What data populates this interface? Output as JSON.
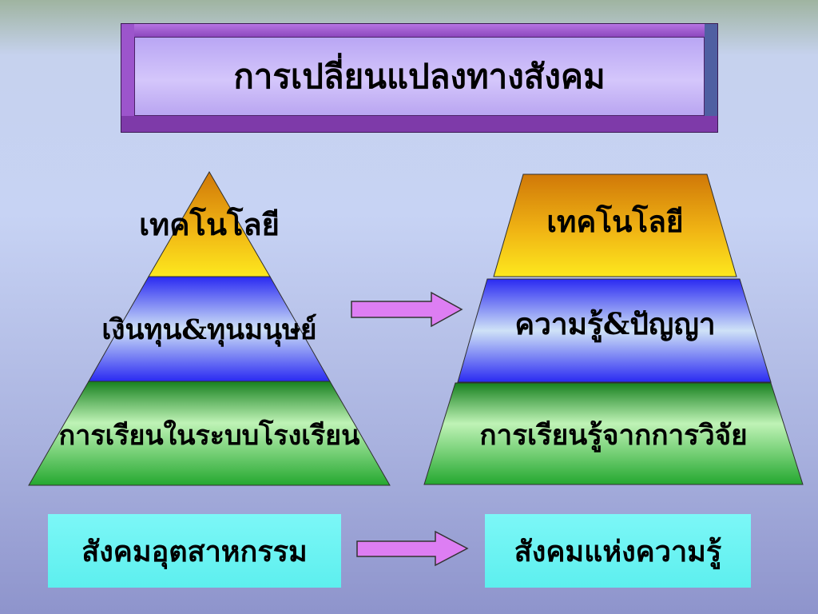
{
  "title": "การเปลี่ยนแปลงทางสังคม",
  "left_pyramid": {
    "top": "เทคโนโลยี",
    "middle": "เงินทุน&ทุนมนุษย์",
    "bottom": "การเรียนในระบบโรงเรียน"
  },
  "right_pyramid": {
    "top": "เทคโนโลยี",
    "middle": "ความรู้&ปัญญา",
    "bottom": "การเรียนรู้จากการวิจัย"
  },
  "left_label": "สังคมอุตสาหกรรม",
  "right_label": "สังคมแห่งความรู้",
  "colors": {
    "gold": "#f2c21c",
    "blue": "#2e2ff0",
    "green": "#22a33a",
    "arrow": "#dd7ef3",
    "label_bg": "#6ff2f2"
  }
}
